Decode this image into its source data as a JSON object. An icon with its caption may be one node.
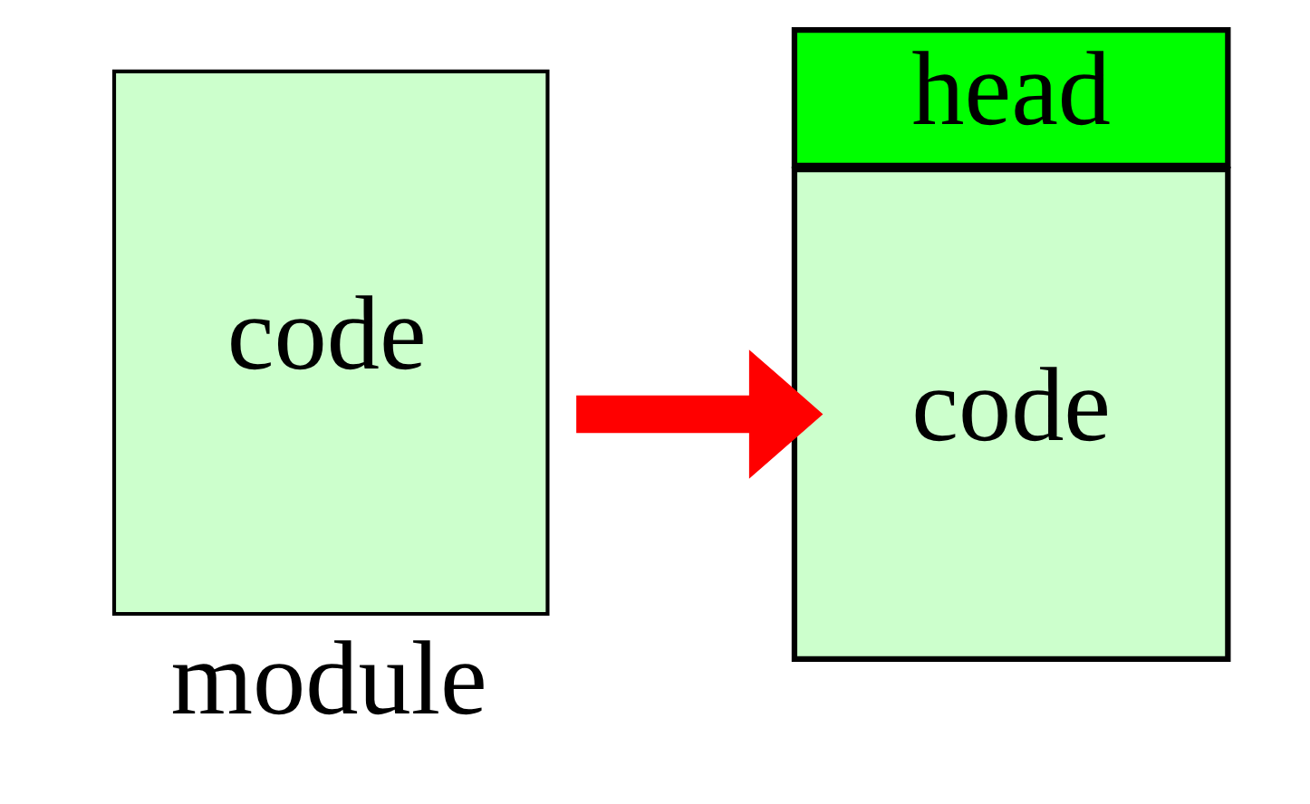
{
  "diagram": {
    "nodes": [
      {
        "text": [
          "code"
        ],
        "beside": [
          "module"
        ]
      },
      {
        "text": [
          "head"
        ]
      },
      {
        "text": [
          "code"
        ]
      }
    ],
    "edges": [
      {
        "from": 0,
        "to": 2,
        "arrow": "to",
        "color": "#ff0000"
      }
    ]
  }
}
